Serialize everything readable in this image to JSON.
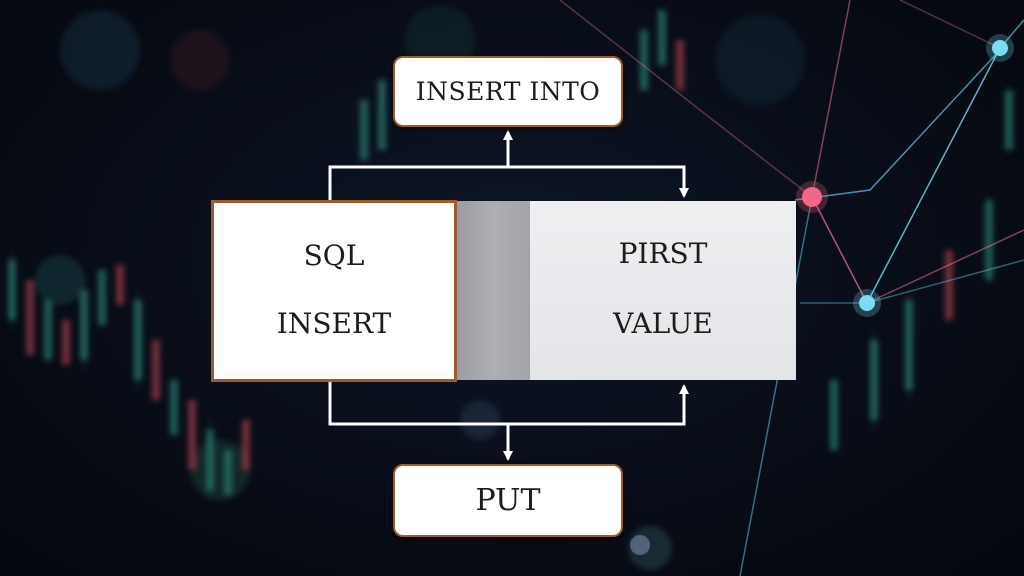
{
  "diagram": {
    "top_box": {
      "label": "INSERT INTO"
    },
    "bottom_box": {
      "label": "PUT"
    },
    "left_box": {
      "line1": "SQL",
      "line2": "INSERT"
    },
    "right_box": {
      "line1": "PIRST",
      "line2": "VALUE"
    }
  },
  "colors": {
    "box_border": "#a05a2c",
    "connector": "#ffffff",
    "background": "#070b14",
    "node_cyan": "#7fe9ff",
    "node_pink": "#ff6b8f"
  }
}
